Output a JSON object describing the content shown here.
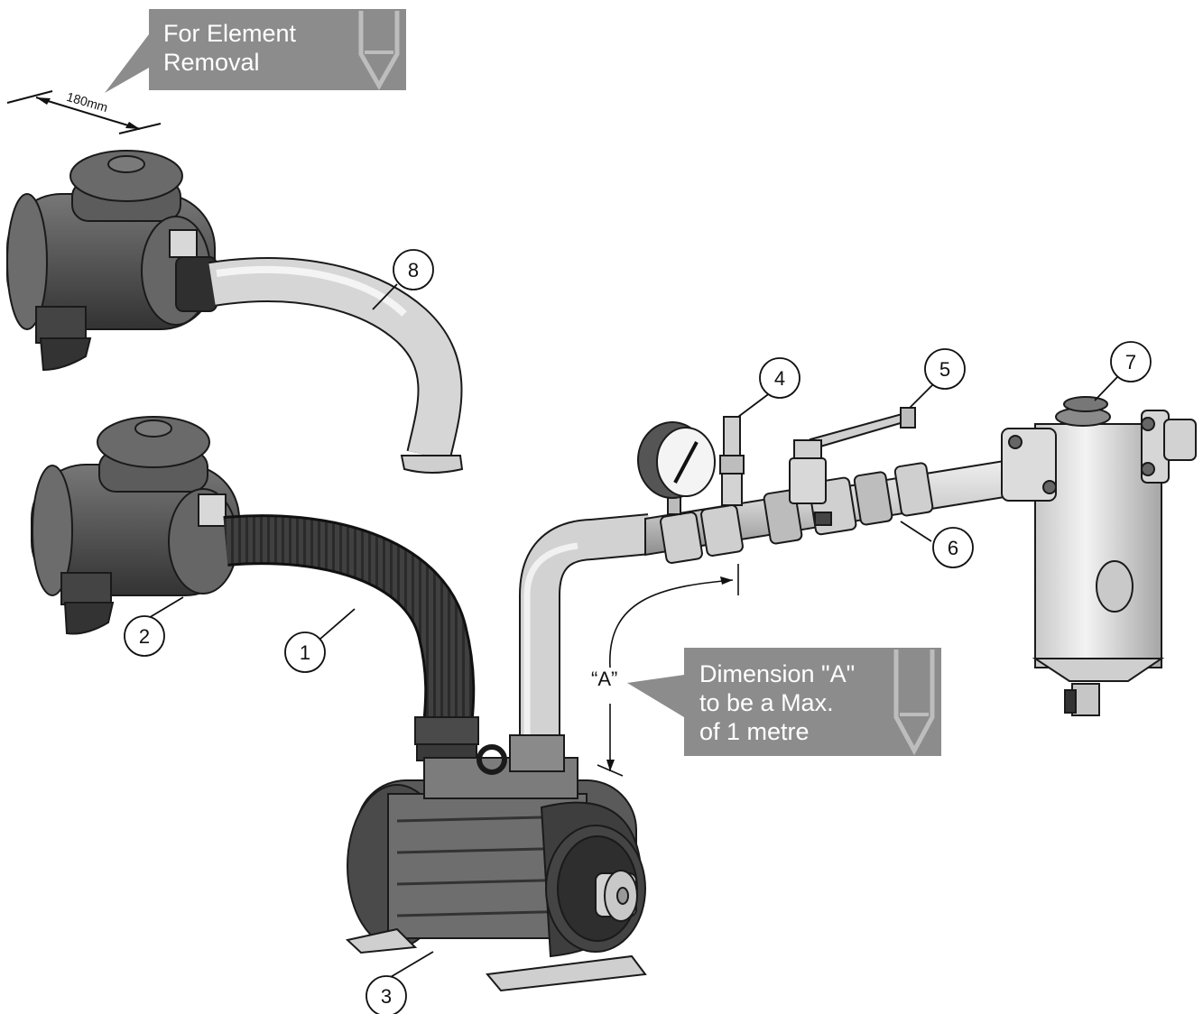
{
  "callouts": {
    "element_removal": [
      "For Element",
      "Removal"
    ],
    "dimension_a_note": [
      "Dimension \"A\"",
      "to be a Max.",
      "of 1 metre"
    ]
  },
  "dimensions": {
    "clearance": "180mm",
    "a_label": "“A”"
  },
  "balloons": [
    "1",
    "2",
    "3",
    "4",
    "5",
    "6",
    "7",
    "8"
  ],
  "colors": {
    "callout_fill": "#8c8c8c",
    "pipe_light": "#d4d4d4",
    "body_dark": "#555555",
    "hose_dark": "#3c3c3c"
  }
}
